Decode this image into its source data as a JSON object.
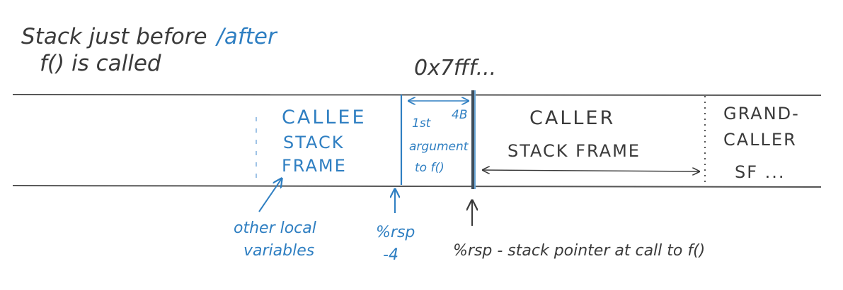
{
  "title": {
    "line1_prefix": "Stack just before",
    "line1_suffix": "/after",
    "line2": "f() is called"
  },
  "address": "0x7fff...",
  "callee_frame": [
    "CALLEE",
    "STACK",
    "FRAME"
  ],
  "argument_slot": {
    "width_label": "4B",
    "lines": [
      "1st",
      "argument",
      "to f()"
    ]
  },
  "caller_frame": [
    "CALLER",
    "STACK FRAME"
  ],
  "grandcaller_frame": [
    "GRAND-",
    "CALLER",
    "SF ..."
  ],
  "annotations": {
    "locals": [
      "other local",
      "variables"
    ],
    "rsp_minus": [
      "%rsp",
      "-4"
    ],
    "rsp_call": "%rsp - stack pointer at call to f()"
  },
  "colors": {
    "pencil": "#3a3a3a",
    "blue_ink": "#2f7fc2"
  }
}
